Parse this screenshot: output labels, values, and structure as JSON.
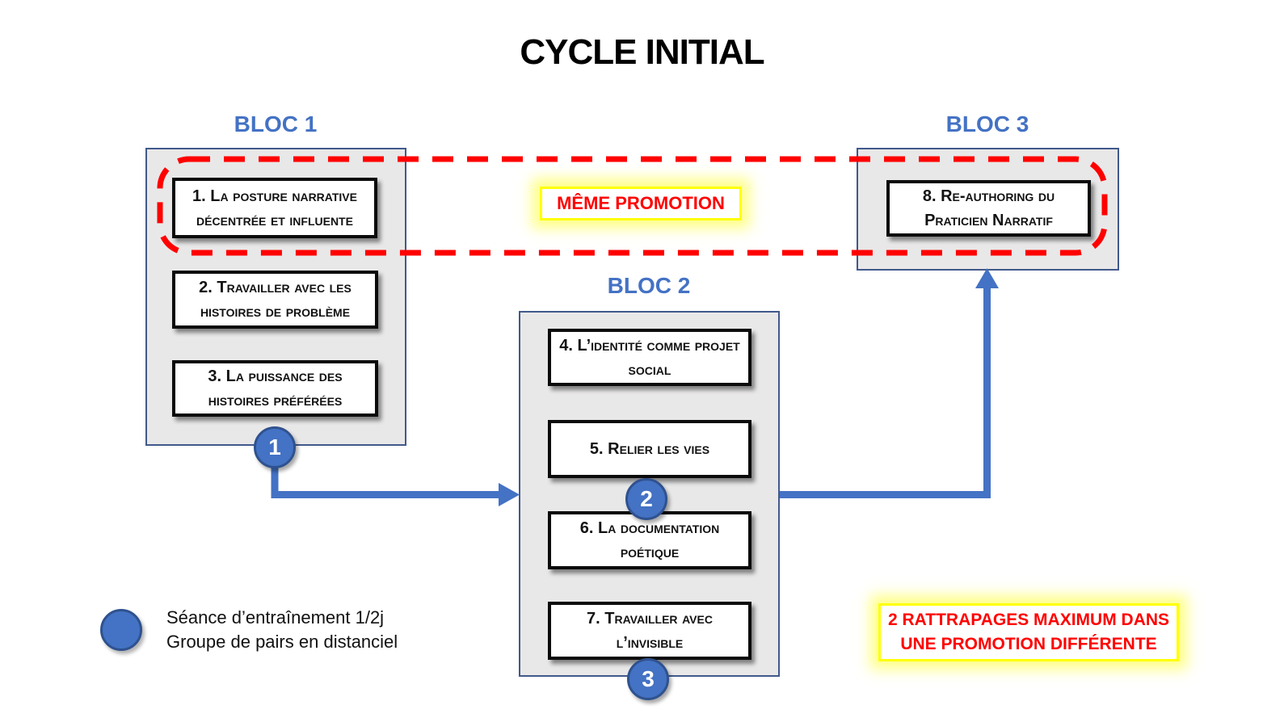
{
  "title": "CYCLE INITIAL",
  "colors": {
    "accent_blue": "#4472C4",
    "badge_border_blue": "#2F528F",
    "block_border_blue": "#41598C",
    "block_fill_gray": "#E9E8E8",
    "alert_red": "#FF0000",
    "highlight_yellow": "#FFFF00",
    "module_border_black": "#0B0B0B"
  },
  "blocks": [
    {
      "label": "BLOC 1",
      "items": [
        "1. La posture narrative décentrée et influente",
        "2. Travailler avec les histoires de problème",
        "3. La puissance des histoires préférées"
      ]
    },
    {
      "label": "BLOC 2",
      "items": [
        "4. L’identité comme projet social",
        "5. Relier les vies",
        "6. La documentation poétique",
        "7. Travailler avec l’invisible"
      ]
    },
    {
      "label": "BLOC 3",
      "items": [
        "8. Re-authoring du Praticien Narratif"
      ]
    }
  ],
  "session_badges": [
    "1",
    "2",
    "3"
  ],
  "callouts": {
    "same_promotion": "MÊME PROMOTION",
    "rattrapages_line1": "2 RATTRAPAGES MAXIMUM DANS",
    "rattrapages_line2": "UNE PROMOTION DIFFÉRENTE"
  },
  "legend": {
    "line1": "Séance d’entraînement 1/2j",
    "line2": "Groupe de pairs en distanciel"
  }
}
